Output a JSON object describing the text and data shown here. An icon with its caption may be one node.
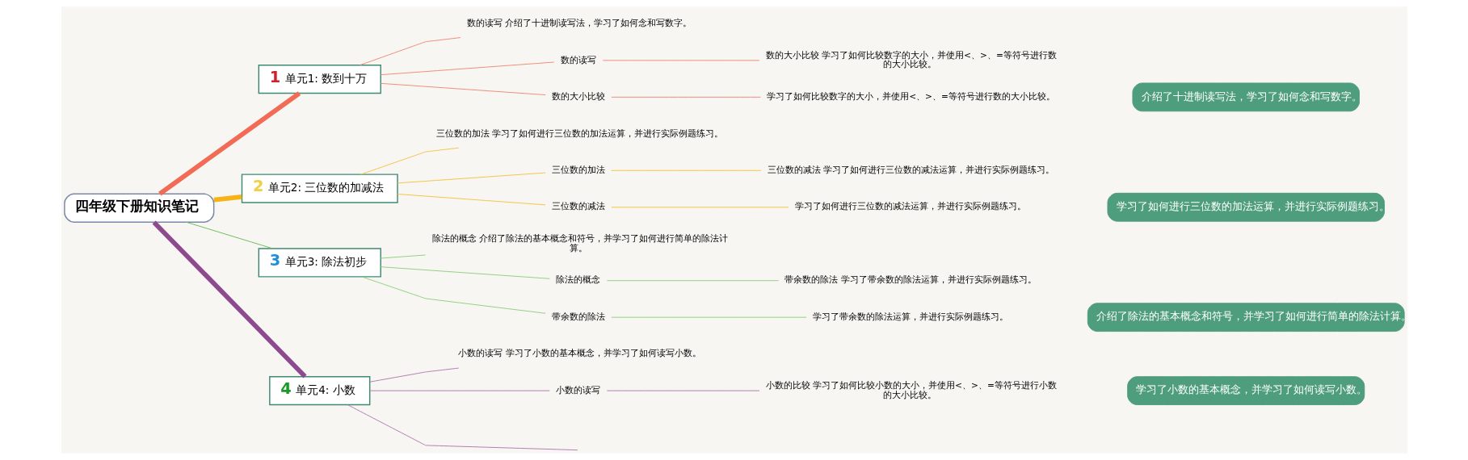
{
  "diagram": {
    "nodes": [
      {
        "text": [
          "四年级下册知识笔记"
        ]
      },
      {
        "text": [
          "1",
          "单元1: 数到十万"
        ]
      },
      {
        "text": [
          "2",
          "单元2: 三位数的加减法"
        ]
      },
      {
        "text": [
          "3",
          "单元3: 除法初步"
        ]
      },
      {
        "text": [
          "4",
          "单元4: 小数"
        ]
      },
      {
        "text": [
          "数的读写 介绍了十进制读写法，学习了如何念和写数字。"
        ]
      },
      {
        "text": [
          "数的读写"
        ]
      },
      {
        "text": [
          "数的大小比较 学习了如何比较数字的大小，并使用<、>、=等符号进行数的大小比较。"
        ]
      },
      {
        "text": [
          "数的大小比较"
        ]
      },
      {
        "text": [
          "学习了如何比较数字的大小，并使用<、>、=等符号进行数的大小比较。"
        ]
      },
      {
        "text": [
          "介绍了十进制读写法，学习了如何念和写数字。"
        ]
      },
      {
        "text": [
          "三位数的加法 学习了如何进行三位数的加法运算，并进行实际例题练习。"
        ]
      },
      {
        "text": [
          "三位数的加法"
        ]
      },
      {
        "text": [
          "三位数的减法 学习了如何进行三位数的减法运算，并进行实际例题练习。"
        ]
      },
      {
        "text": [
          "三位数的减法"
        ]
      },
      {
        "text": [
          "学习了如何进行三位数的减法运算，并进行实际例题练习。"
        ]
      },
      {
        "text": [
          "学习了如何进行三位数的加法运算，并进行实际例题练习。"
        ]
      },
      {
        "text": [
          "除法的概念 介绍了除法的基本概念和符号，并学习了如何进行简单的除法计算。"
        ]
      },
      {
        "text": [
          "除法的概念"
        ]
      },
      {
        "text": [
          "带余数的除法 学习了带余数的除法运算，并进行实际例题练习。"
        ]
      },
      {
        "text": [
          "带余数的除法"
        ]
      },
      {
        "text": [
          "学习了带余数的除法运算，并进行实际例题练习。"
        ]
      },
      {
        "text": [
          "介绍了除法的基本概念和符号，并学习了如何进行简单的除法计算。"
        ]
      },
      {
        "text": [
          "小数的读写 学习了小数的基本概念，并学习了如何读写小数。"
        ]
      },
      {
        "text": [
          "小数的读写"
        ]
      },
      {
        "text": [
          "小数的比较 学习了如何比较小数的大小，并使用<、>、=等符号进行小数的大小比较。"
        ]
      },
      {
        "text": [
          "学习了小数的基本概念，并学习了如何读写小数。"
        ]
      }
    ],
    "edges": [
      {
        "from": 0,
        "to": 1,
        "arrow": "none",
        "style": "thick",
        "color": "#f26b55"
      },
      {
        "from": 0,
        "to": 2,
        "arrow": "none",
        "style": "thick",
        "color": "#f7b215"
      },
      {
        "from": 0,
        "to": 3,
        "arrow": "none",
        "color": "#6dbb5a"
      },
      {
        "from": 0,
        "to": 4,
        "arrow": "none",
        "style": "thick",
        "color": "#8e4a8e"
      },
      {
        "from": 1,
        "to": 5,
        "arrow": "none",
        "color": "#ee8a78"
      },
      {
        "from": 1,
        "to": 6,
        "arrow": "none",
        "color": "#ee8a78"
      },
      {
        "from": 1,
        "to": 8,
        "arrow": "none",
        "color": "#ee8a78"
      },
      {
        "from": 6,
        "to": 7,
        "arrow": "none",
        "color": "#ee8a78"
      },
      {
        "from": 8,
        "to": 9,
        "arrow": "none",
        "color": "#ee8a78"
      },
      {
        "from": 2,
        "to": 11,
        "arrow": "none",
        "color": "#f6c343"
      },
      {
        "from": 2,
        "to": 12,
        "arrow": "none",
        "color": "#f6c343"
      },
      {
        "from": 2,
        "to": 14,
        "arrow": "none",
        "color": "#f6c343"
      },
      {
        "from": 12,
        "to": 13,
        "arrow": "none",
        "color": "#f6c343"
      },
      {
        "from": 14,
        "to": 15,
        "arrow": "none",
        "color": "#f6c343"
      },
      {
        "from": 3,
        "to": 17,
        "arrow": "none",
        "color": "#8fcf7f"
      },
      {
        "from": 3,
        "to": 18,
        "arrow": "none",
        "color": "#8fcf7f"
      },
      {
        "from": 3,
        "to": 20,
        "arrow": "none",
        "color": "#8fcf7f"
      },
      {
        "from": 18,
        "to": 19,
        "arrow": "none",
        "color": "#8fcf7f"
      },
      {
        "from": 20,
        "to": 21,
        "arrow": "none",
        "color": "#8fcf7f"
      },
      {
        "from": 4,
        "to": 23,
        "arrow": "none",
        "color": "#b07ab0"
      },
      {
        "from": 4,
        "to": 24,
        "arrow": "none",
        "color": "#b07ab0"
      },
      {
        "from": 4,
        "to": null,
        "arrow": "none",
        "color": "#b07ab0"
      },
      {
        "from": 24,
        "to": 25,
        "arrow": "none",
        "color": "#b07ab0"
      }
    ]
  }
}
